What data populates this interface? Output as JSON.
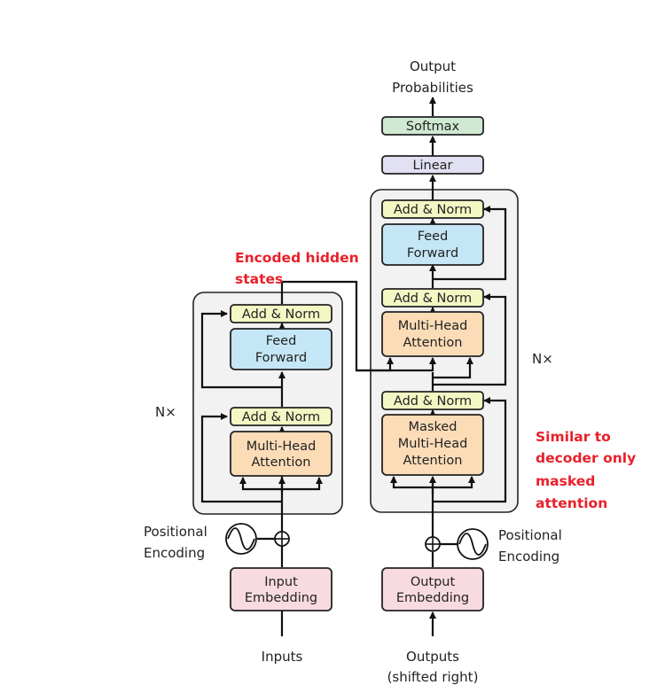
{
  "encoder": {
    "inputs": "Inputs",
    "input_embedding": [
      "Input",
      "Embedding"
    ],
    "positional_encoding": [
      "Positional",
      "Encoding"
    ],
    "multi_head_attention": [
      "Multi-Head",
      "Attention"
    ],
    "add_norm_1": "Add & Norm",
    "feed_forward": [
      "Feed",
      "Forward"
    ],
    "add_norm_2": "Add & Norm",
    "repeat": "N×"
  },
  "decoder": {
    "outputs": [
      "Outputs",
      "(shifted right)"
    ],
    "output_embedding": [
      "Output",
      "Embedding"
    ],
    "positional_encoding": [
      "Positional",
      "Encoding"
    ],
    "masked_attention": [
      "Masked",
      "Multi-Head",
      "Attention"
    ],
    "add_norm_1": "Add & Norm",
    "cross_attention": [
      "Multi-Head",
      "Attention"
    ],
    "add_norm_2": "Add & Norm",
    "feed_forward": [
      "Feed",
      "Forward"
    ],
    "add_norm_3": "Add & Norm",
    "repeat": "N×",
    "linear": "Linear",
    "softmax": "Softmax",
    "output_probabilities": [
      "Output",
      "Probabilities"
    ]
  },
  "annotations": {
    "encoded_hidden_states": [
      "Encoded hidden",
      "states"
    ],
    "similar_to_decoder": [
      "Similar to",
      "decoder only",
      "masked",
      "attention"
    ]
  },
  "colors": {
    "add_norm": "#f3f7c4",
    "feed_forward": "#c4e6f6",
    "attention": "#fbdcb7",
    "embedding": "#f8dbe0",
    "linear": "#e1e1f3",
    "softmax": "#cfe9d3",
    "stack_bg": "#f2f2f2",
    "annotation": "#e8202a"
  }
}
